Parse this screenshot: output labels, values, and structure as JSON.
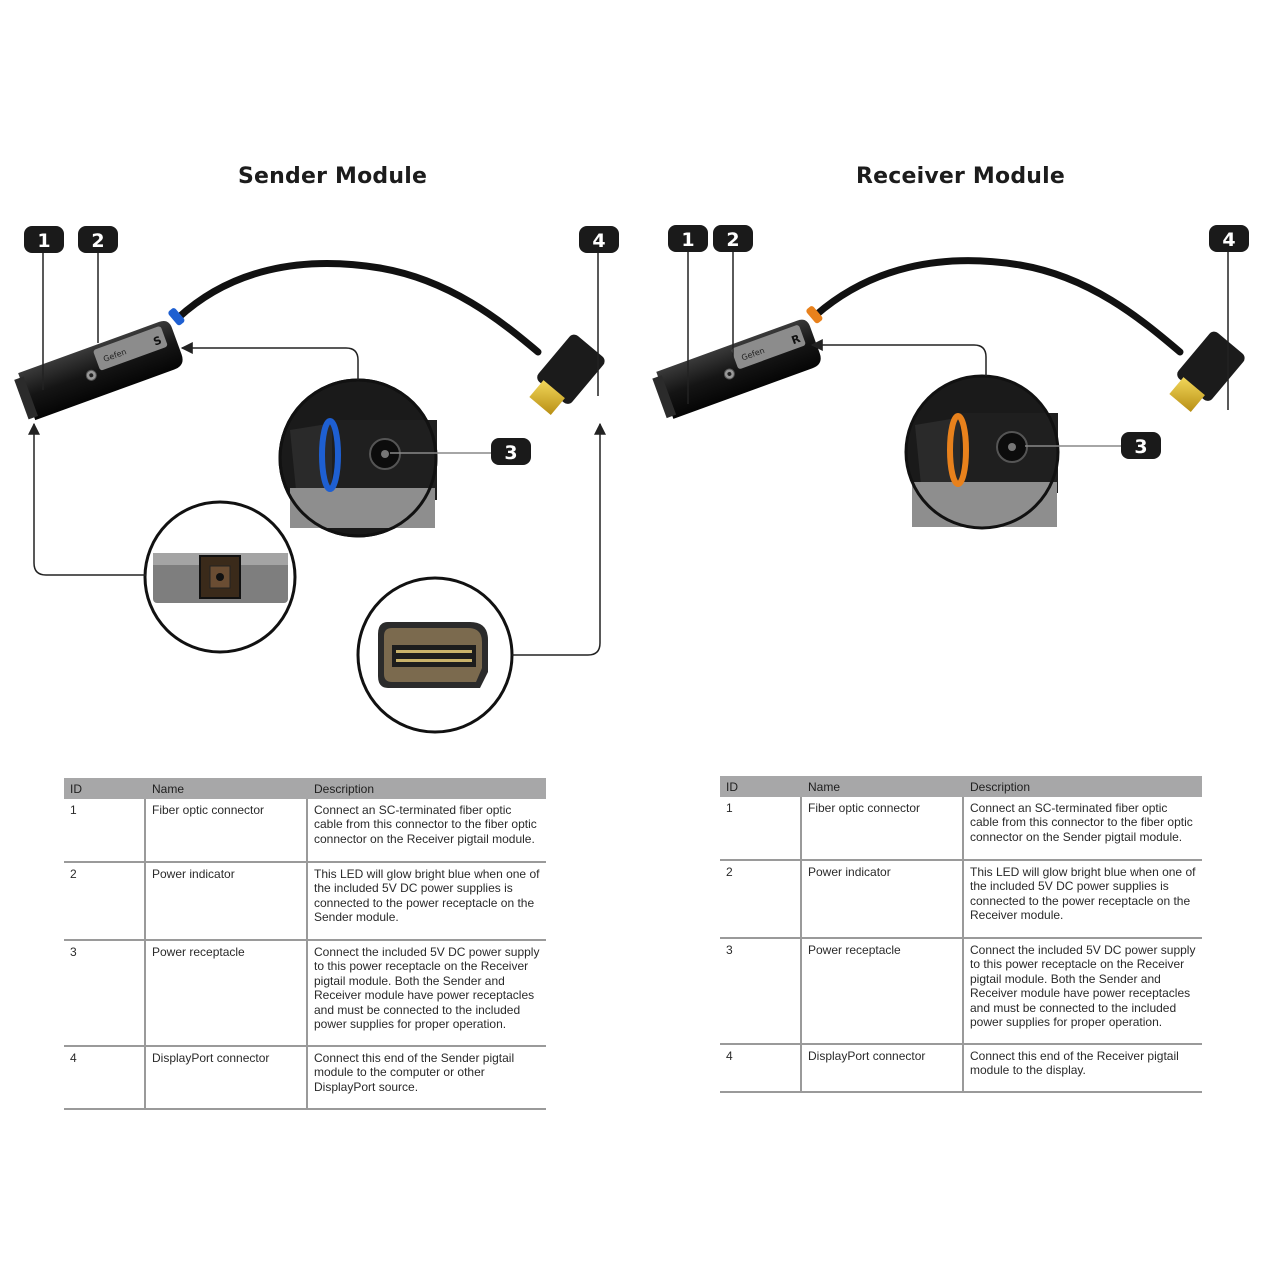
{
  "sender": {
    "title": "Sender Module",
    "module_letter": "S",
    "accent_color": "#1e5fd1",
    "callouts": [
      "1",
      "2",
      "3",
      "4"
    ],
    "table": {
      "headers": [
        "ID",
        "Name",
        "Description"
      ],
      "rows": [
        {
          "id": "1",
          "name": "Fiber optic connector",
          "desc": "Connect an SC-terminated fiber optic cable from this connector to the fiber optic connector on the Receiver pigtail module."
        },
        {
          "id": "2",
          "name": "Power indicator",
          "desc": "This LED will glow bright blue when one of the included 5V DC power supplies is connected to the power receptacle on the Sender module."
        },
        {
          "id": "3",
          "name": "Power receptacle",
          "desc": "Connect the included 5V DC power supply to this power receptacle on the Receiver pigtail module.  Both the Sender and Receiver module have power receptacles and must be connected to the included power supplies for proper operation."
        },
        {
          "id": "4",
          "name": "DisplayPort connector",
          "desc": "Connect this end of the Sender pigtail module to the computer or other DisplayPort source."
        }
      ]
    }
  },
  "receiver": {
    "title": "Receiver Module",
    "module_letter": "R",
    "accent_color": "#e8811c",
    "callouts": [
      "1",
      "2",
      "3",
      "4"
    ],
    "table": {
      "headers": [
        "ID",
        "Name",
        "Description"
      ],
      "rows": [
        {
          "id": "1",
          "name": "Fiber optic connector",
          "desc": "Connect an SC-terminated fiber optic cable from this connector to the fiber optic connector on the Sender pigtail module."
        },
        {
          "id": "2",
          "name": "Power indicator",
          "desc": "This LED will glow bright blue when one of the included 5V DC power supplies is connected to the power receptacle on the Receiver module."
        },
        {
          "id": "3",
          "name": "Power receptacle",
          "desc": "Connect the included 5V DC power supply to this power receptacle on the Receiver pigtail module.  Both the Sender and Receiver module have power receptacles and must be connected to the included power supplies for proper operation."
        },
        {
          "id": "4",
          "name": "DisplayPort connector",
          "desc": "Connect this end of the Receiver pigtail module to the display."
        }
      ]
    }
  }
}
